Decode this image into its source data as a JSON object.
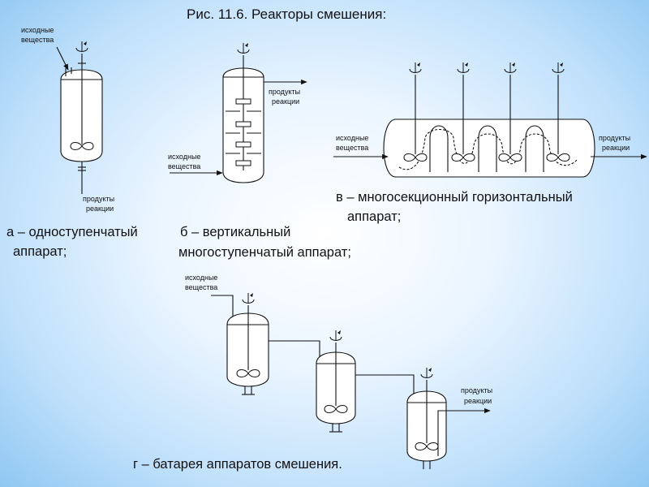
{
  "figure": {
    "title": "Рис. 11.6. Реакторы смешения:"
  },
  "labels": {
    "feed_line1": "исходные",
    "feed_line2": "вещества",
    "product_line1": "продукты",
    "product_line2": "реакции"
  },
  "captions": {
    "a_line1": "а – одноступенчатый",
    "a_line2": "аппарат;",
    "b_line1": "б – вертикальный",
    "b_line2": "многоступенчатый аппарат;",
    "v_line1": "в – многосекционный горизонтальный",
    "v_line2": "аппарат;",
    "g_line1": "г – батарея аппаратов смешения."
  },
  "colors": {
    "background_center": "#ffffff",
    "background_edge": "#8fc7f2",
    "line": "#111111"
  }
}
